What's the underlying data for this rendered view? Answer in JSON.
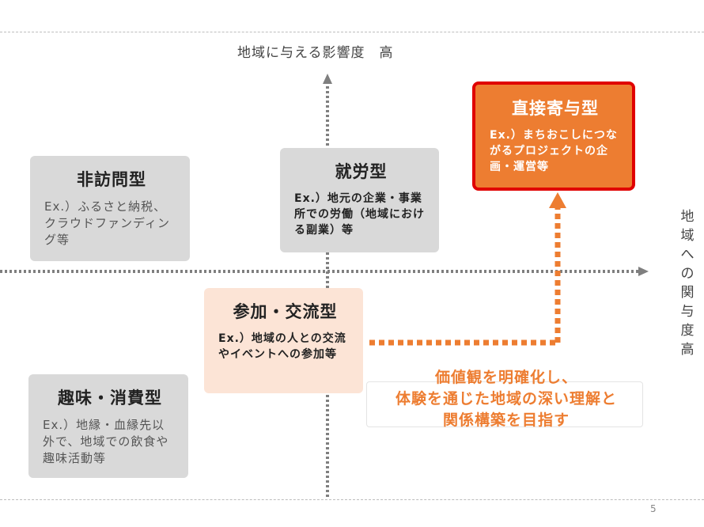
{
  "axis": {
    "y_label": "地域に与える影響度　高",
    "x_label": "地域への関与度　高"
  },
  "quadrants": {
    "non_visit": {
      "title": "非訪問型",
      "body": "Ex.）ふるさと納税、クラウドファンディング等"
    },
    "employment": {
      "title": "就労型",
      "body": "Ex.）地元の企業・事業所での労働（地域における副業）等"
    },
    "direct": {
      "title": "直接寄与型",
      "body": "Ex.）まちおこしにつながるプロジェクトの企画・運営等"
    },
    "participation": {
      "title": "参加・交流型",
      "body": "Ex.）地域の人との交流やイベントへの参加等"
    },
    "hobby": {
      "title": "趣味・消費型",
      "body": "Ex.）地縁・血縁先以外で、地域での飲食や趣味活動等"
    }
  },
  "callout": "価値観を明確化し、\n体験を通じた地域の深い理解と\n関係構築を目指す",
  "page_number": "5",
  "colors": {
    "axis": "#7f7f7f",
    "grey_box": "#d9d9d9",
    "peach_box": "#fce4d6",
    "orange_box": "#ed7d31",
    "red_border": "#e00000",
    "arrow_orange": "#ed7d31"
  }
}
